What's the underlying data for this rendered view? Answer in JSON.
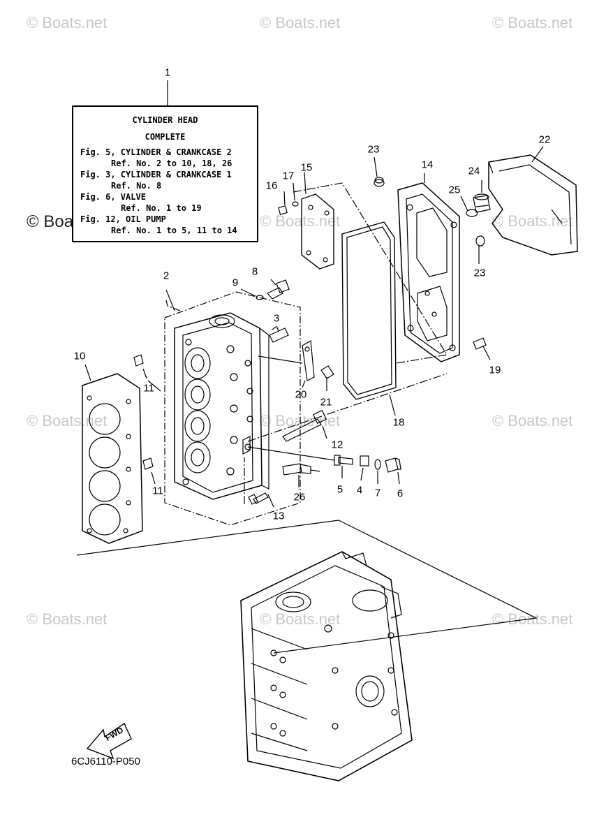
{
  "watermarks": [
    "© Boats.net",
    "© Boats.net",
    "© Boats.net",
    "© Boats.net",
    "© Boats.net",
    "© Boats.net",
    "© Boats.net",
    "© Boats.net",
    "© Boats.net",
    "© Boats.net",
    "© Boats.net",
    "© Boats.net"
  ],
  "info_box": {
    "title_1": "CYLINDER HEAD",
    "title_2": "COMPLETE",
    "lines": [
      "Fig. 5, CYLINDER & CRANKCASE 2",
      "Ref. No. 2 to 10, 18, 26",
      "Fig. 3, CYLINDER & CRANKCASE 1",
      "Ref. No. 8",
      "Fig. 6, VALVE",
      "Ref. No. 1 to 19",
      "Fig. 12, OIL PUMP",
      "Ref. No. 1 to 5, 11 to 14"
    ]
  },
  "callouts": [
    "1",
    "2",
    "3",
    "4",
    "5",
    "6",
    "7",
    "8",
    "9",
    "10",
    "11",
    "11",
    "12",
    "13",
    "14",
    "15",
    "16",
    "17",
    "18",
    "19",
    "20",
    "21",
    "22",
    "23",
    "23",
    "24",
    "25",
    "26"
  ],
  "fwd_label": "FWD",
  "figure_code": "6CJ6110-P050"
}
